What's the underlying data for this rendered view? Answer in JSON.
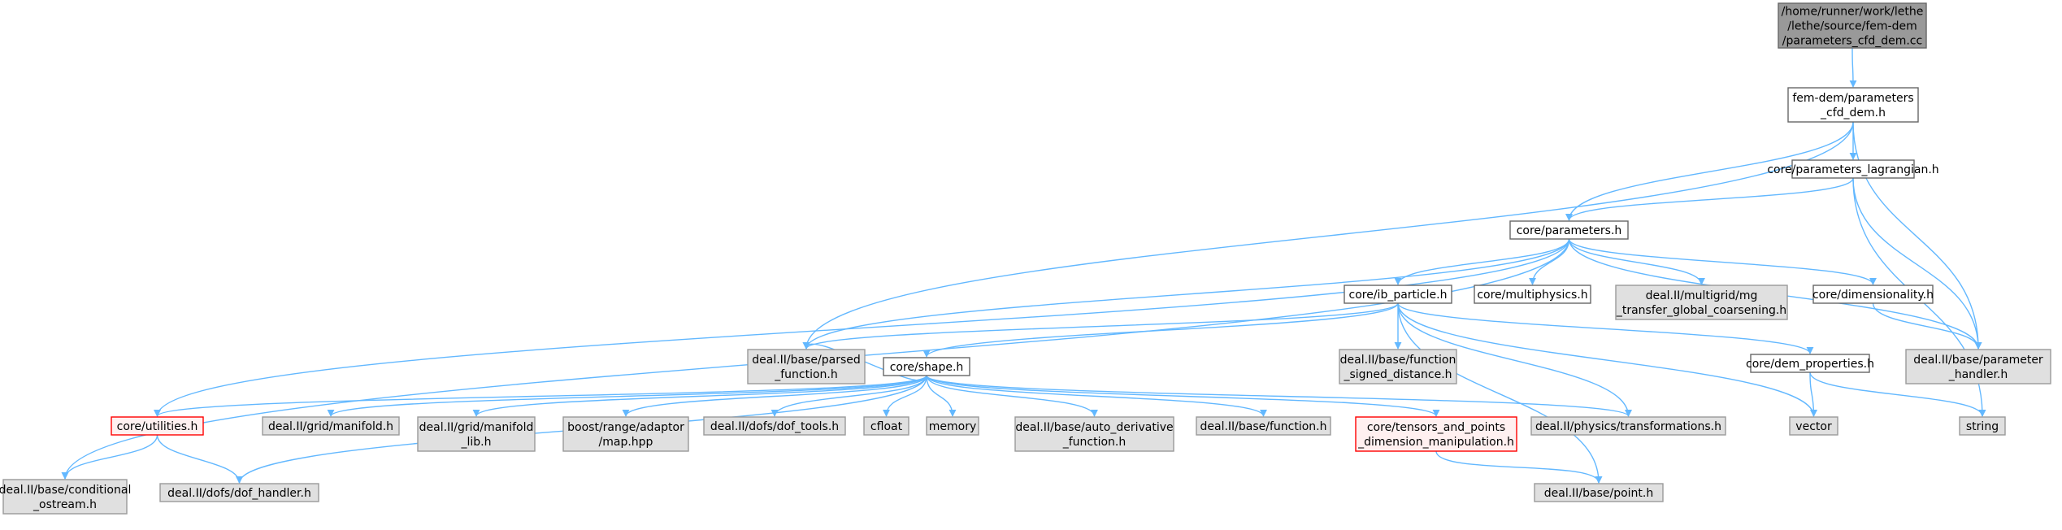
{
  "graph": {
    "title": "",
    "colors": {
      "edge": "#63b8ff",
      "root_fill": "#999999",
      "root_border": "#666666",
      "doc_fill": "#ffffff",
      "doc_border": "#666666",
      "external_fill": "#e0e0e0",
      "external_border": "#999999",
      "truncated_fill": "#fff0f0",
      "truncated_border": "#ff0000",
      "label_color": "#000000"
    },
    "node_kinds": [
      "root",
      "documented",
      "external",
      "truncated"
    ],
    "nodes": [
      {
        "id": "root",
        "kind": "root",
        "lines": [
          "/home/runner/work/lethe",
          "/lethe/source/fem-dem",
          "/parameters_cfd_dem.cc"
        ]
      },
      {
        "id": "fem_dem_params",
        "kind": "documented",
        "lines": [
          "fem-dem/parameters",
          "_cfd_dem.h"
        ]
      },
      {
        "id": "params_lagrangian",
        "kind": "documented",
        "lines": [
          "core/parameters_lagrangian.h"
        ]
      },
      {
        "id": "core_params",
        "kind": "documented",
        "lines": [
          "core/parameters.h"
        ]
      },
      {
        "id": "ib_particle",
        "kind": "documented",
        "lines": [
          "core/ib_particle.h"
        ]
      },
      {
        "id": "multiphysics",
        "kind": "documented",
        "lines": [
          "core/multiphysics.h"
        ]
      },
      {
        "id": "mg_transfer",
        "kind": "external",
        "lines": [
          "deal.II/multigrid/mg",
          "_transfer_global_coarsening.h"
        ]
      },
      {
        "id": "dimensionality",
        "kind": "documented",
        "lines": [
          "core/dimensionality.h"
        ]
      },
      {
        "id": "param_handler",
        "kind": "external",
        "lines": [
          "deal.II/base/parameter",
          "_handler.h"
        ]
      },
      {
        "id": "parsed_function",
        "kind": "external",
        "lines": [
          "deal.II/base/parsed",
          "_function.h"
        ]
      },
      {
        "id": "function_sd",
        "kind": "external",
        "lines": [
          "deal.II/base/function",
          "_signed_distance.h"
        ]
      },
      {
        "id": "dem_properties",
        "kind": "documented",
        "lines": [
          "core/dem_properties.h"
        ]
      },
      {
        "id": "shape",
        "kind": "documented",
        "lines": [
          "core/shape.h"
        ]
      },
      {
        "id": "utilities",
        "kind": "truncated",
        "lines": [
          "core/utilities.h"
        ]
      },
      {
        "id": "grid_manifold",
        "kind": "external",
        "lines": [
          "deal.II/grid/manifold.h"
        ]
      },
      {
        "id": "grid_manifold_lib",
        "kind": "external",
        "lines": [
          "deal.II/grid/manifold",
          "_lib.h"
        ]
      },
      {
        "id": "boost_map",
        "kind": "external",
        "lines": [
          "boost/range/adaptor",
          "/map.hpp"
        ]
      },
      {
        "id": "dof_tools",
        "kind": "external",
        "lines": [
          "deal.II/dofs/dof_tools.h"
        ]
      },
      {
        "id": "cfloat",
        "kind": "external",
        "lines": [
          "cfloat"
        ]
      },
      {
        "id": "memory",
        "kind": "external",
        "lines": [
          "memory"
        ]
      },
      {
        "id": "auto_derivative",
        "kind": "external",
        "lines": [
          "deal.II/base/auto_derivative",
          "_function.h"
        ]
      },
      {
        "id": "base_function",
        "kind": "external",
        "lines": [
          "deal.II/base/function.h"
        ]
      },
      {
        "id": "tensors",
        "kind": "truncated",
        "lines": [
          "core/tensors_and_points",
          "_dimension_manipulation.h"
        ]
      },
      {
        "id": "transformations",
        "kind": "external",
        "lines": [
          "deal.II/physics/transformations.h"
        ]
      },
      {
        "id": "vector",
        "kind": "external",
        "lines": [
          "vector"
        ]
      },
      {
        "id": "string",
        "kind": "external",
        "lines": [
          "string"
        ]
      },
      {
        "id": "conditional_ostream",
        "kind": "external",
        "lines": [
          "deal.II/base/conditional",
          "_ostream.h"
        ]
      },
      {
        "id": "dof_handler",
        "kind": "external",
        "lines": [
          "deal.II/dofs/dof_handler.h"
        ]
      },
      {
        "id": "point",
        "kind": "external",
        "lines": [
          "deal.II/base/point.h"
        ]
      }
    ],
    "edges": [
      [
        "root",
        "fem_dem_params"
      ],
      [
        "fem_dem_params",
        "params_lagrangian"
      ],
      [
        "fem_dem_params",
        "core_params"
      ],
      [
        "fem_dem_params",
        "parsed_function"
      ],
      [
        "fem_dem_params",
        "param_handler"
      ],
      [
        "params_lagrangian",
        "core_params"
      ],
      [
        "params_lagrangian",
        "param_handler"
      ],
      [
        "params_lagrangian",
        "string"
      ],
      [
        "core_params",
        "ib_particle"
      ],
      [
        "core_params",
        "multiphysics"
      ],
      [
        "core_params",
        "mg_transfer"
      ],
      [
        "core_params",
        "dimensionality"
      ],
      [
        "core_params",
        "param_handler"
      ],
      [
        "core_params",
        "parsed_function"
      ],
      [
        "core_params",
        "utilities"
      ],
      [
        "core_params",
        "conditional_ostream"
      ],
      [
        "dimensionality",
        "param_handler"
      ],
      [
        "ib_particle",
        "parsed_function"
      ],
      [
        "ib_particle",
        "function_sd"
      ],
      [
        "ib_particle",
        "dem_properties"
      ],
      [
        "ib_particle",
        "shape"
      ],
      [
        "ib_particle",
        "transformations"
      ],
      [
        "ib_particle",
        "vector"
      ],
      [
        "ib_particle",
        "point"
      ],
      [
        "dem_properties",
        "vector"
      ],
      [
        "dem_properties",
        "string"
      ],
      [
        "shape",
        "utilities"
      ],
      [
        "shape",
        "grid_manifold"
      ],
      [
        "shape",
        "grid_manifold_lib"
      ],
      [
        "shape",
        "boost_map"
      ],
      [
        "shape",
        "dof_tools"
      ],
      [
        "shape",
        "cfloat"
      ],
      [
        "shape",
        "memory"
      ],
      [
        "shape",
        "auto_derivative"
      ],
      [
        "shape",
        "base_function"
      ],
      [
        "shape",
        "tensors"
      ],
      [
        "shape",
        "transformations"
      ],
      [
        "shape",
        "parsed_function"
      ],
      [
        "shape",
        "dof_handler"
      ],
      [
        "utilities",
        "conditional_ostream"
      ],
      [
        "utilities",
        "dof_handler"
      ],
      [
        "tensors",
        "point"
      ]
    ]
  }
}
